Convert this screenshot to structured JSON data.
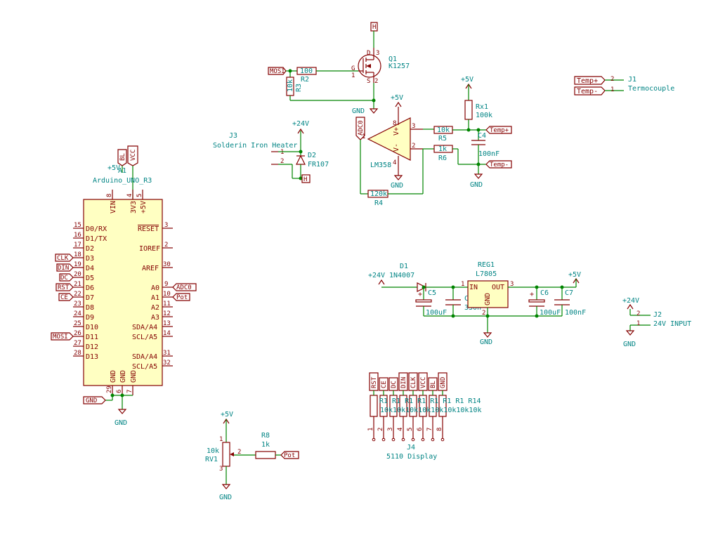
{
  "components": {
    "q1": {
      "ref": "Q1",
      "value": "K1257",
      "pins": [
        "G",
        "S",
        "D",
        "1",
        "2",
        "3"
      ]
    },
    "r2": {
      "ref": "R2",
      "value": "100"
    },
    "r3": {
      "ref": "R3",
      "value": "10k"
    },
    "r5": {
      "ref": "R5",
      "value": "10k"
    },
    "r6": {
      "ref": "R6",
      "value": "1k"
    },
    "rx1": {
      "ref": "Rx1",
      "value": "100k"
    },
    "r4": {
      "ref": "R4",
      "value": "120k"
    },
    "c4": {
      "ref": "C4",
      "value": "100nF"
    },
    "u_opamp": {
      "ref": "LM358",
      "pins": [
        "V+",
        "V-",
        "1",
        "2",
        "3",
        "4",
        "8"
      ]
    },
    "j3": {
      "ref": "J3",
      "value": "Solderin Iron Heater",
      "pins": [
        "1",
        "2"
      ]
    },
    "d2": {
      "ref": "D2",
      "value": "FR107"
    },
    "j1": {
      "ref": "J1",
      "value": "Termocouple",
      "pins": [
        "2",
        "1"
      ]
    },
    "a1": {
      "ref": "A1",
      "value": "Arduino_UNO_R3"
    },
    "d1": {
      "ref": "D1",
      "value": "1N4007"
    },
    "reg1": {
      "ref": "REG1",
      "value": "L7805",
      "pins": [
        "IN",
        "OUT",
        "GND",
        "1",
        "2",
        "3"
      ]
    },
    "c5": {
      "ref": "C5",
      "value": "100uF"
    },
    "c2": {
      "ref": "C2",
      "value": "330n"
    },
    "c6": {
      "ref": "C6",
      "value": "100uF"
    },
    "c7": {
      "ref": "C7",
      "value": "100nF"
    },
    "j2": {
      "ref": "J2",
      "value": "24V INPUT",
      "pins": [
        "2",
        "1"
      ]
    },
    "rv1": {
      "ref": "RV1",
      "value": "10k",
      "pins": [
        "1",
        "2",
        "3"
      ]
    },
    "r8": {
      "ref": "R8",
      "value": "1k"
    },
    "j4": {
      "ref": "J4",
      "value": "5110 Display",
      "pins": [
        "1",
        "2",
        "3",
        "4",
        "5",
        "6",
        "7",
        "8"
      ]
    },
    "display_resistors": {
      "refs": "R1 R1 R1 R1 R1 R1 R1 R14",
      "values": "10k10k10k10k10k10k10k10k"
    }
  },
  "power": {
    "plus5v": "+5V",
    "plus24v": "+24V",
    "gnd": "GND",
    "h": "H"
  },
  "labels": {
    "mosi": "MOSI",
    "adc0": "ADC0",
    "temp_plus": "Temp+",
    "temp_minus": "Temp-",
    "bl": "BL",
    "vcc": "VCC",
    "clk": "CLK",
    "din": "DIN",
    "dc": "DC",
    "rst": "RST",
    "ce": "CE",
    "gnd": "GND",
    "pot": "Pot",
    "display_nets": [
      "RST",
      "CE",
      "DC",
      "DIN",
      "CLK",
      "VCC",
      "BL",
      "GND"
    ]
  },
  "arduino": {
    "top_pins": [
      {
        "num": "8",
        "name": "VIN"
      },
      {
        "num": "4",
        "name": "3V3"
      },
      {
        "num": "5",
        "name": "+5V"
      }
    ],
    "left_pins": [
      {
        "num": "15",
        "name": "D0/RX"
      },
      {
        "num": "16",
        "name": "D1/TX"
      },
      {
        "num": "17",
        "name": "D2"
      },
      {
        "num": "18",
        "name": "D3"
      },
      {
        "num": "19",
        "name": "D4"
      },
      {
        "num": "20",
        "name": "D5"
      },
      {
        "num": "21",
        "name": "D6"
      },
      {
        "num": "22",
        "name": "D7"
      },
      {
        "num": "23",
        "name": "D8"
      },
      {
        "num": "24",
        "name": "D9"
      },
      {
        "num": "25",
        "name": "D10"
      },
      {
        "num": "26",
        "name": "D11"
      },
      {
        "num": "27",
        "name": "D12"
      },
      {
        "num": "28",
        "name": "D13"
      }
    ],
    "right_pins": [
      {
        "num": "3",
        "name": "RESET"
      },
      {
        "num": "2",
        "name": "IOREF"
      },
      {
        "num": "30",
        "name": "AREF"
      },
      {
        "num": "9",
        "name": "A0"
      },
      {
        "num": "10",
        "name": "A1"
      },
      {
        "num": "11",
        "name": "A2"
      },
      {
        "num": "12",
        "name": "A3"
      },
      {
        "num": "13",
        "name": "SDA/A4"
      },
      {
        "num": "14",
        "name": "SCL/A5"
      },
      {
        "num": "31",
        "name": "SDA/A4"
      },
      {
        "num": "32",
        "name": "SCL/A5"
      }
    ],
    "bottom_pins": [
      {
        "num": "29",
        "name": "GND"
      },
      {
        "num": "6",
        "name": "GND"
      },
      {
        "num": "7",
        "name": "GND"
      }
    ]
  }
}
